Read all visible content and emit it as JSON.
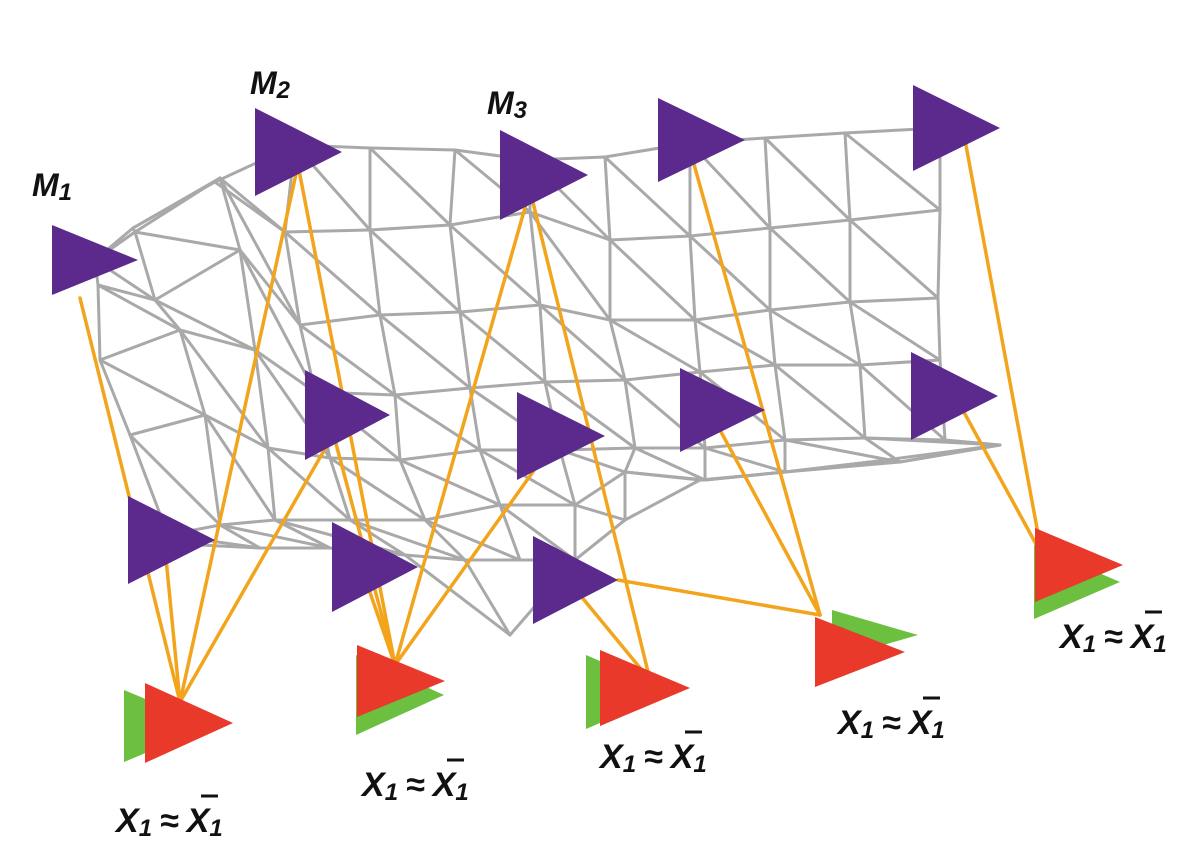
{
  "colors": {
    "mesh": "#a9a9a9",
    "marker": "#5b2a8c",
    "link": "#f2a51c",
    "estimate": "#e8392a",
    "truth": "#6cbf3f"
  },
  "markers": [
    {
      "id": "M1",
      "label": "M",
      "sub": "1"
    },
    {
      "id": "M2",
      "label": "M",
      "sub": "2"
    },
    {
      "id": "M3",
      "label": "M",
      "sub": "3"
    },
    {
      "id": "M4",
      "label": "",
      "sub": ""
    },
    {
      "id": "M5",
      "label": "",
      "sub": ""
    },
    {
      "id": "M6",
      "label": "",
      "sub": ""
    },
    {
      "id": "M7",
      "label": "",
      "sub": ""
    },
    {
      "id": "M8",
      "label": "",
      "sub": ""
    },
    {
      "id": "M9",
      "label": "",
      "sub": ""
    },
    {
      "id": "M10",
      "label": "",
      "sub": ""
    },
    {
      "id": "M11",
      "label": "",
      "sub": ""
    },
    {
      "id": "M12",
      "label": "",
      "sub": ""
    },
    {
      "id": "M13",
      "label": "",
      "sub": ""
    }
  ],
  "targets": [
    {
      "id": "T1",
      "x": "X",
      "sub": "1",
      "approx": "≈",
      "xbar": "X",
      "sub2": "1"
    },
    {
      "id": "T2",
      "x": "X",
      "sub": "1",
      "approx": "≈",
      "xbar": "X",
      "sub2": "1"
    },
    {
      "id": "T3",
      "x": "X",
      "sub": "1",
      "approx": "≈",
      "xbar": "X",
      "sub2": "1"
    },
    {
      "id": "T4",
      "x": "X",
      "sub": "1",
      "approx": "≈",
      "xbar": "X",
      "sub2": "1"
    },
    {
      "id": "T5",
      "x": "X",
      "sub": "1",
      "approx": "≈",
      "xbar": "X",
      "sub2": "1"
    }
  ]
}
